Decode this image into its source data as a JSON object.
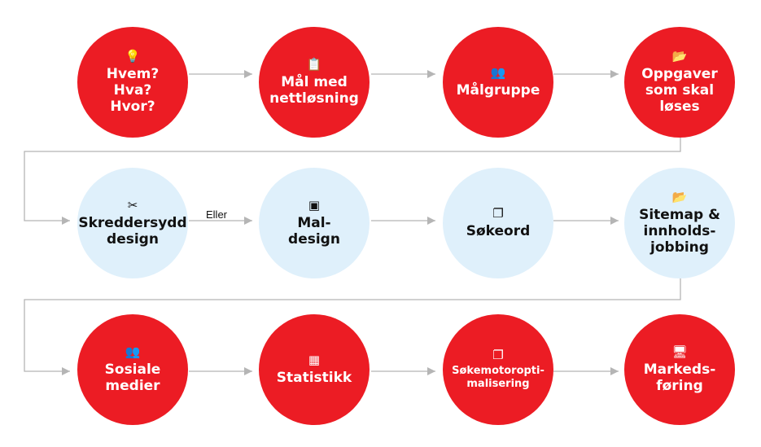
{
  "nodes": [
    {
      "id": "hvem",
      "label": "Hvem?\nHva?\nHvor?",
      "icon": "lightbulb-icon",
      "glyph": "💡",
      "style": "red"
    },
    {
      "id": "maal",
      "label": "Mål med\nnettløsning",
      "icon": "clipboard-icon",
      "glyph": "📋",
      "style": "red"
    },
    {
      "id": "maalgruppe",
      "label": "Målgruppe",
      "icon": "people-icon",
      "glyph": "👥",
      "style": "red"
    },
    {
      "id": "oppgaver",
      "label": "Oppgaver\nsom skal\nløses",
      "icon": "folder-icon",
      "glyph": "📂",
      "style": "red"
    },
    {
      "id": "skreddersydd",
      "label": "Skreddersydd\ndesign",
      "icon": "scissors-icon",
      "glyph": "✂",
      "style": "blue"
    },
    {
      "id": "maldesign",
      "label": "Mal-\ndesign",
      "icon": "document-icon",
      "glyph": "▣",
      "style": "blue"
    },
    {
      "id": "sokeord",
      "label": "Søkeord",
      "icon": "pages-icon",
      "glyph": "❐",
      "style": "blue"
    },
    {
      "id": "sitemap",
      "label": "Sitemap &\ninnholds-\njobbing",
      "icon": "folder-icon",
      "glyph": "📂",
      "style": "blue"
    },
    {
      "id": "sosiale",
      "label": "Sosiale\nmedier",
      "icon": "group-icon",
      "glyph": "👥",
      "style": "red"
    },
    {
      "id": "statistikk",
      "label": "Statistikk",
      "icon": "chart-icon",
      "glyph": "▦",
      "style": "red"
    },
    {
      "id": "seo",
      "label": "Søkemotoropti-\nmalisering",
      "icon": "pages-icon",
      "glyph": "❐",
      "style": "red"
    },
    {
      "id": "marked",
      "label": "Markeds-\nføring",
      "icon": "computer-icon",
      "glyph": "🖥",
      "style": "red"
    }
  ],
  "edges": [
    {
      "from": "hvem",
      "to": "maal",
      "label": ""
    },
    {
      "from": "maal",
      "to": "maalgruppe",
      "label": ""
    },
    {
      "from": "maalgruppe",
      "to": "oppgaver",
      "label": ""
    },
    {
      "from": "oppgaver",
      "to": "skreddersydd",
      "label": ""
    },
    {
      "from": "skreddersydd",
      "to": "maldesign",
      "label": "Eller"
    },
    {
      "from": "maldesign",
      "to": "sokeord",
      "label": ""
    },
    {
      "from": "sokeord",
      "to": "sitemap",
      "label": ""
    },
    {
      "from": "sitemap",
      "to": "sosiale",
      "label": ""
    },
    {
      "from": "sosiale",
      "to": "statistikk",
      "label": ""
    },
    {
      "from": "statistikk",
      "to": "seo",
      "label": ""
    },
    {
      "from": "seo",
      "to": "marked",
      "label": ""
    }
  ],
  "colors": {
    "red": "#ec1c24",
    "blue": "#dff0fb",
    "arrow": "#b5b5b5"
  }
}
